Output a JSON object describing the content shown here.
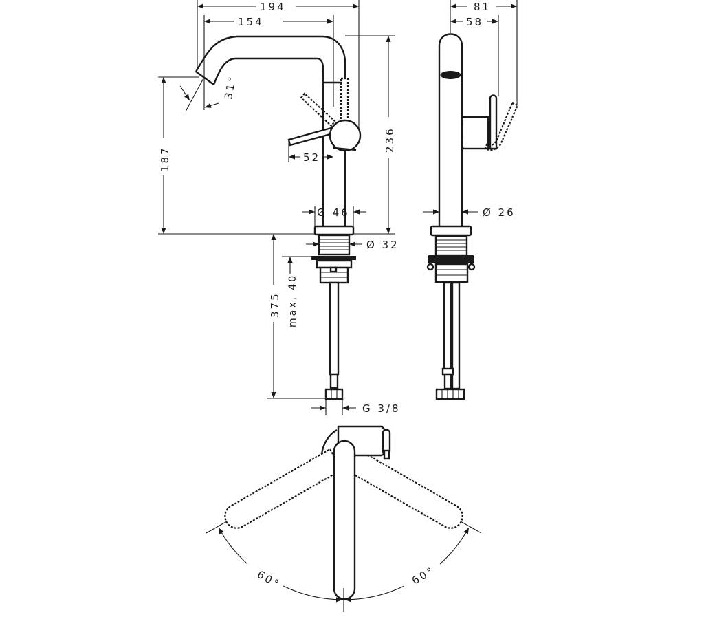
{
  "drawing": {
    "front_view": {
      "width_overall": "194",
      "spout_reach": "154",
      "spout_angle": "31°",
      "height_spout": "187",
      "height_total": "236",
      "lever_reach": "52",
      "base_diameter": "Ø 46",
      "thread_diameter": "Ø 32",
      "hose_length": "375",
      "max_counter_thickness": "max. 40",
      "connection_thread": "G 3/8"
    },
    "side_view": {
      "depth_overall": "81",
      "depth_lever": "58",
      "body_diameter": "Ø 26"
    },
    "top_view": {
      "swivel_left": "60°",
      "swivel_right": "60°"
    }
  }
}
